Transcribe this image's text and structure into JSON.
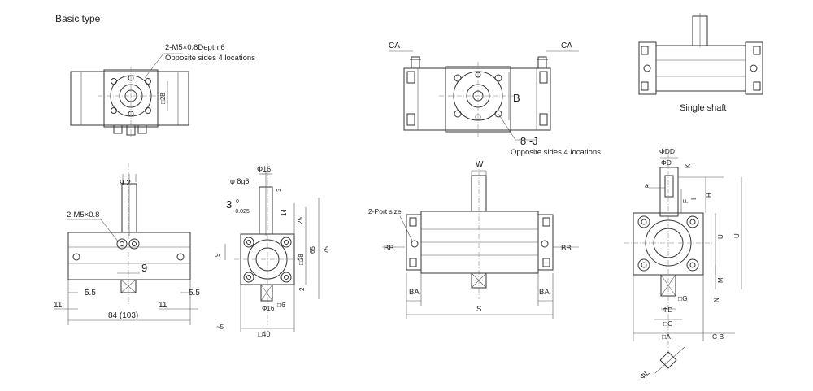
{
  "section_title": "Basic type",
  "views": {
    "top_left": {
      "callout": "2-M5×0.8Depth 6",
      "callout_sub": "Opposite sides 4 locations",
      "dim_sq": "□28"
    },
    "top_middle": {
      "ca_left": "CA",
      "ca_right": "CA",
      "dim_b": "B",
      "j_label": "8 -J",
      "j_sub": "Opposite sides 4 locations"
    },
    "top_right": {
      "caption": "Single shaft"
    },
    "front_left": {
      "dim_92": "9.2",
      "callout": "2-M5×0.8",
      "dim_9": "9",
      "dim_55_l": "5.5",
      "dim_55_r": "5.5",
      "dim_11_l": "11",
      "dim_11_r": "11",
      "dim_84": "84 (103)"
    },
    "side_left": {
      "phi16_top": "Φ16",
      "phi8g6": "φ 8g6",
      "tol_main": "3",
      "tol_up": "0",
      "tol_down": "-0.025",
      "d3": "3",
      "d14": "14",
      "d25": "25",
      "d65": "65",
      "d75": "75",
      "d9": "9",
      "d28": "□28",
      "d2": "2",
      "phi16_bot": "Φ16",
      "d6": "□6",
      "d5": "~5",
      "d40": "□40"
    },
    "front_middle": {
      "w": "W",
      "port": "2-Port size",
      "bb_l": "BB",
      "bb_r": "BB",
      "ba_l": "BA",
      "ba_r": "BA",
      "s": "S"
    },
    "side_right": {
      "phidd": "ΦDD",
      "phid_top": "ΦD",
      "k": "K",
      "a": "a",
      "h": "H",
      "f": "F",
      "i": "I",
      "u1": "U",
      "u2": "U",
      "m": "M",
      "n": "N",
      "g": "□G",
      "phid_bot": "ΦD",
      "c": "□C",
      "a_sq": "□A",
      "cb": "C B",
      "phil": "ΦL"
    }
  }
}
